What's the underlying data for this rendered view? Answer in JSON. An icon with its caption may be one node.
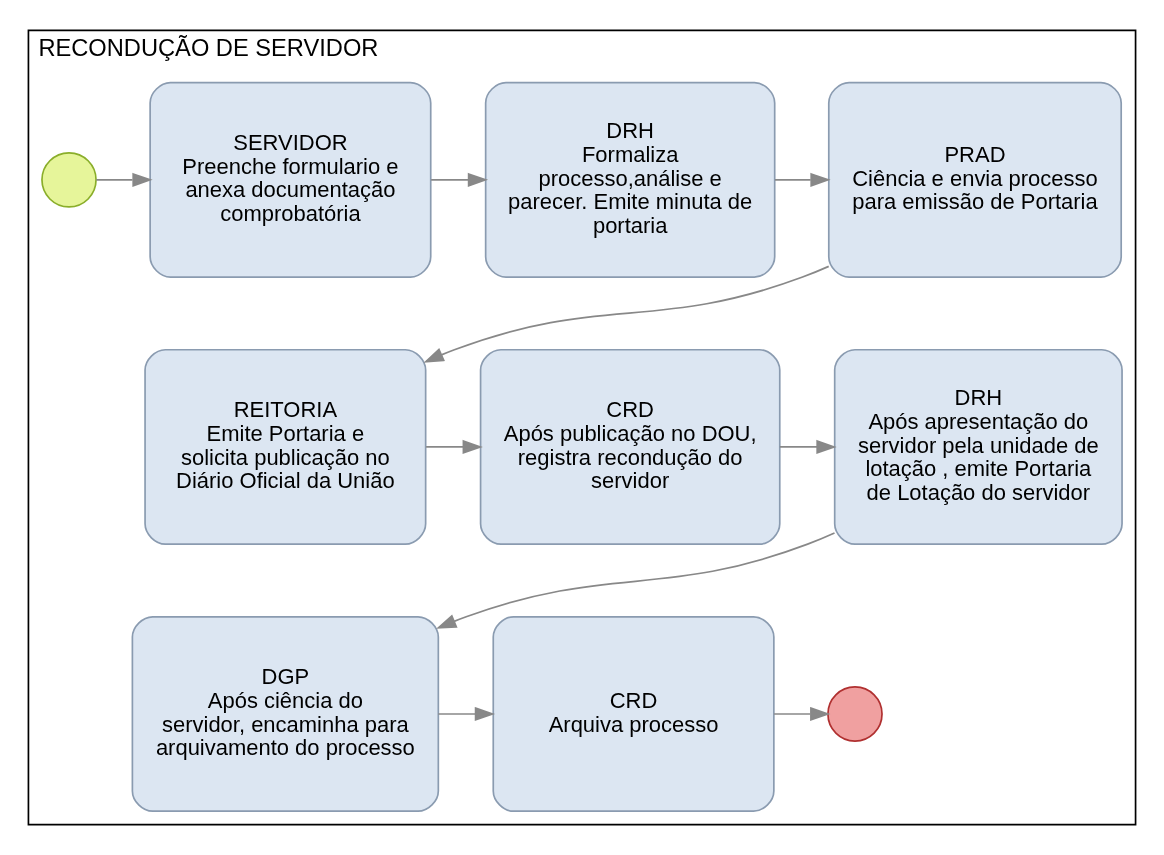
{
  "diagram": {
    "nodes": [
      {
        "text": [
          "RECONDUÇÃO DE SERVIDOR"
        ]
      },
      {
        "text": [],
        "shape": "circle",
        "in": 0
      },
      {
        "text": [
          "SERVIDOR",
          "Preenche formulario e anexa documentação comprobatória"
        ],
        "in": 0
      },
      {
        "text": [
          "DRH",
          "Formaliza processo,análise e parecer. Emite minuta de portaria"
        ],
        "in": 0
      },
      {
        "text": [
          "PRAD",
          "Ciência e envia processo para emissão de Portaria"
        ],
        "in": 0
      },
      {
        "text": [
          "REITORIA",
          "Emite Portaria e solicita publicação no Diário Oficial da União"
        ],
        "in": 0
      },
      {
        "text": [
          "CRD",
          "Após publicação no DOU, registra recondução do servidor"
        ],
        "in": 0
      },
      {
        "text": [
          "DRH",
          "Após apresentação do servidor pela unidade de lotação , emite Portaria de Lotação do servidor"
        ],
        "in": 0
      },
      {
        "text": [
          "DGP",
          "Após ciência do servidor, encaminha para arquivamento do processo"
        ],
        "in": 0
      },
      {
        "text": [
          "CRD",
          "Arquiva processo"
        ],
        "in": 0
      },
      {
        "text": [],
        "shape": "circle",
        "in": 0
      }
    ],
    "edges": [
      {
        "from": 1,
        "to": 2,
        "arrow": "to"
      },
      {
        "from": 2,
        "to": 3,
        "arrow": "to"
      },
      {
        "from": 3,
        "to": 4,
        "arrow": "to"
      },
      {
        "from": 4,
        "to": 5,
        "arrow": "to"
      },
      {
        "from": 5,
        "to": 6,
        "arrow": "to"
      },
      {
        "from": 6,
        "to": 7,
        "arrow": "to"
      },
      {
        "from": 7,
        "to": 8,
        "arrow": "to"
      },
      {
        "from": 8,
        "to": 9,
        "arrow": "to"
      },
      {
        "from": 9,
        "to": 10,
        "arrow": "to"
      }
    ]
  }
}
